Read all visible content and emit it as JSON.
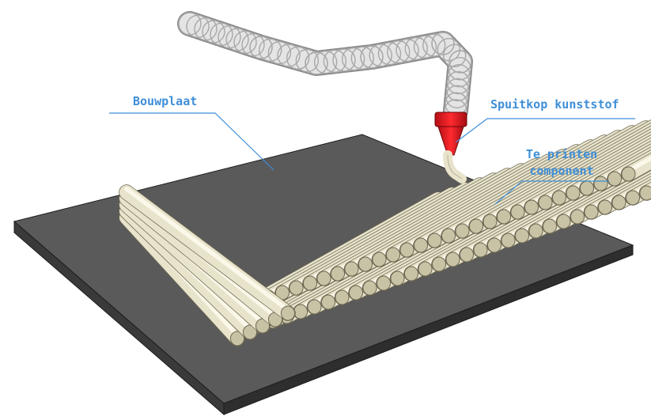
{
  "labels": {
    "build_plate": "Bouwplaat",
    "nozzle": "Spuitkop kunststof",
    "component_line1": "Te printen",
    "component_line2": "component"
  },
  "colors": {
    "plate_top": "#5a5a5a",
    "plate_side": "#3a3a3a",
    "plate_edge": "#2a2a2a",
    "filament": "#e8e3cb",
    "filament_shadow": "#c9c3a6",
    "filament_outline": "#6b6650",
    "hose": "#d9d9d9",
    "hose_dark": "#9a9a9a",
    "nozzle": "#e0141a",
    "nozzle_dark": "#a50d12",
    "callout": "#3f8fd8"
  }
}
